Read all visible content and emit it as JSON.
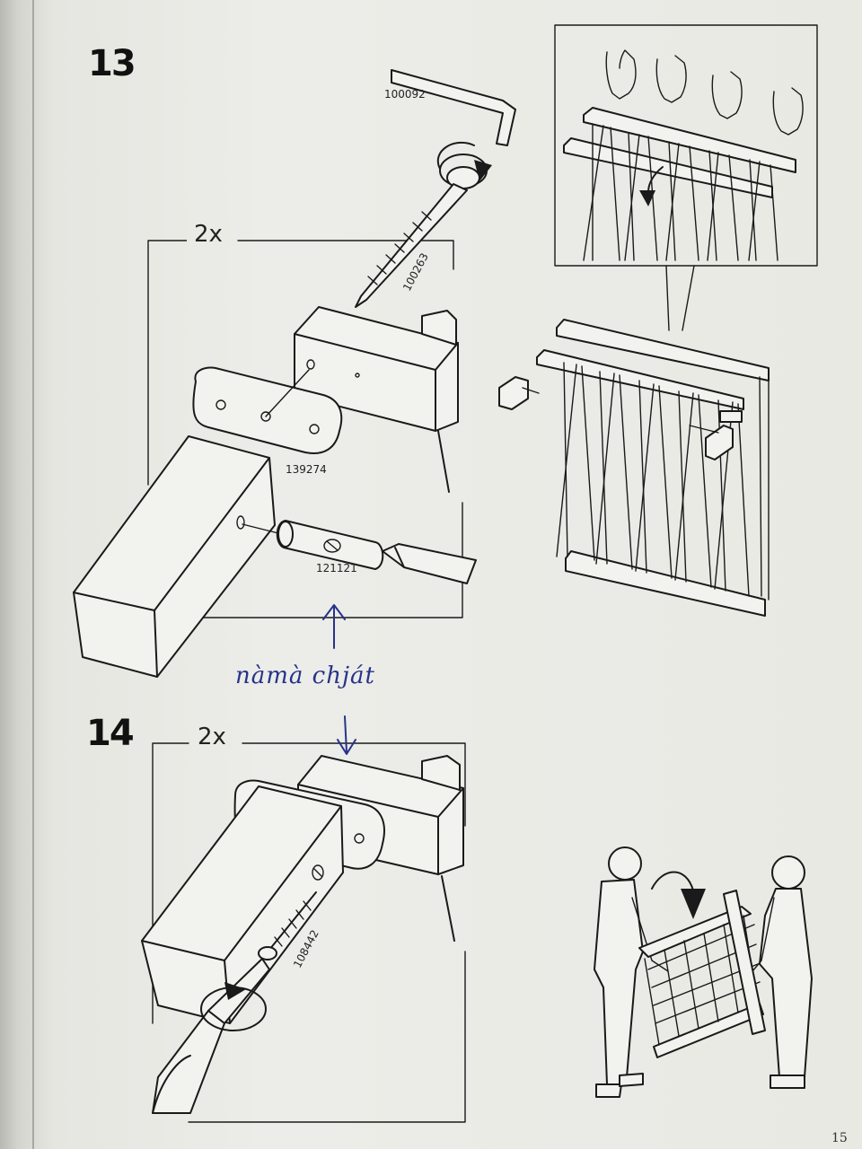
{
  "step13": {
    "number": "13",
    "multiplier": "2x",
    "parts": {
      "allen_key": "100092",
      "bolt": "100263",
      "plate": "139274",
      "barrel_nut": "121121"
    }
  },
  "step14": {
    "number": "14",
    "multiplier": "2x",
    "parts": {
      "screw": "108442"
    }
  },
  "annotation": {
    "handwritten_note": "nàmà chját"
  },
  "page_number": "15",
  "icons": {
    "rotate": "rotate-arrow-icon",
    "hand": "pointing-hand-icon",
    "flip": "flip-arrow-icon"
  },
  "colors": {
    "ink": "#27338a",
    "line": "#1a1a1a",
    "paper": "#ecece8"
  }
}
